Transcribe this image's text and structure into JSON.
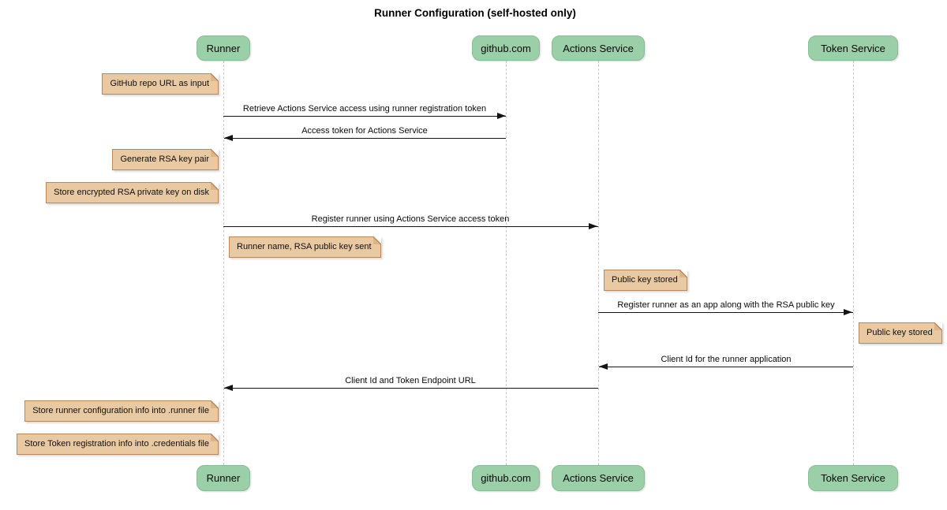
{
  "title": "Runner Configuration (self-hosted only)",
  "participants": [
    {
      "label": "Runner"
    },
    {
      "label": "github.com"
    },
    {
      "label": "Actions Service"
    },
    {
      "label": "Token Service"
    }
  ],
  "notes": [
    {
      "text": "GitHub repo URL as input",
      "anchor": "Runner",
      "side": "left"
    },
    {
      "text": "Generate RSA key pair",
      "anchor": "Runner",
      "side": "left"
    },
    {
      "text": "Store encrypted RSA private key on disk",
      "anchor": "Runner",
      "side": "left"
    },
    {
      "text": "Runner name, RSA public key sent",
      "anchor": "Runner",
      "side": "right"
    },
    {
      "text": "Public key stored",
      "anchor": "Actions Service",
      "side": "right"
    },
    {
      "text": "Public key stored",
      "anchor": "Token Service",
      "side": "right"
    },
    {
      "text": "Store runner configuration info into .runner file",
      "anchor": "Runner",
      "side": "left"
    },
    {
      "text": "Store Token registration info into .credentials file",
      "anchor": "Runner",
      "side": "left"
    }
  ],
  "messages": [
    {
      "text": "Retrieve Actions Service access using runner registration token",
      "from": "Runner",
      "to": "github.com"
    },
    {
      "text": "Access token for Actions Service",
      "from": "github.com",
      "to": "Runner"
    },
    {
      "text": "Register runner using Actions Service access token",
      "from": "Runner",
      "to": "Actions Service"
    },
    {
      "text": "Register runner as an app along with the RSA public key",
      "from": "Actions Service",
      "to": "Token Service"
    },
    {
      "text": "Client Id for the runner application",
      "from": "Token Service",
      "to": "Actions Service"
    },
    {
      "text": "Client Id and Token Endpoint URL",
      "from": "Actions Service",
      "to": "Runner"
    }
  ],
  "colors": {
    "participant_fill": "#9bcfa7",
    "participant_border": "#85bd95",
    "note_fill": "#e9c9a2",
    "note_border": "#b8885c",
    "lifeline": "#c9c9c9",
    "arrow": "#141414",
    "background": "#ffffff"
  }
}
